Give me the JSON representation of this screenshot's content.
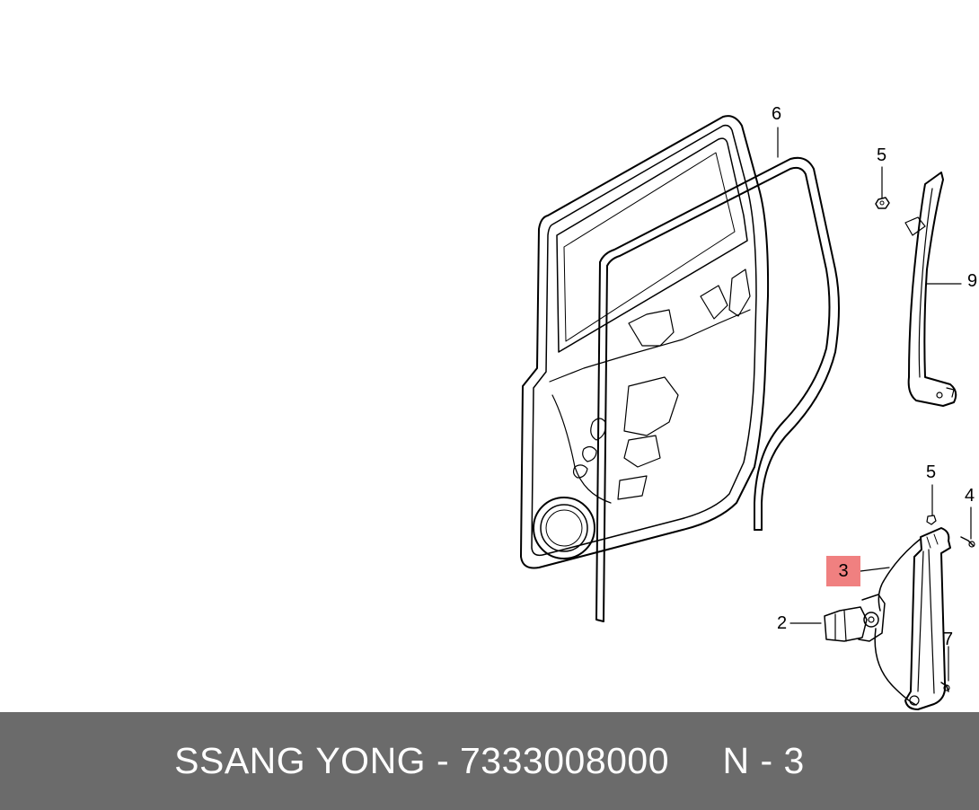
{
  "callouts": {
    "c6": "6",
    "c5_top": "5",
    "c9": "9",
    "c5_bottom": "5",
    "c4": "4",
    "c3": "3",
    "c2": "2",
    "c7": "7"
  },
  "footer": {
    "text": "SSANG YONG - 7333008000     N - 3"
  },
  "colors": {
    "footer_bg": "#6b6b6b",
    "highlight": "#f08080",
    "line": "#000000"
  }
}
